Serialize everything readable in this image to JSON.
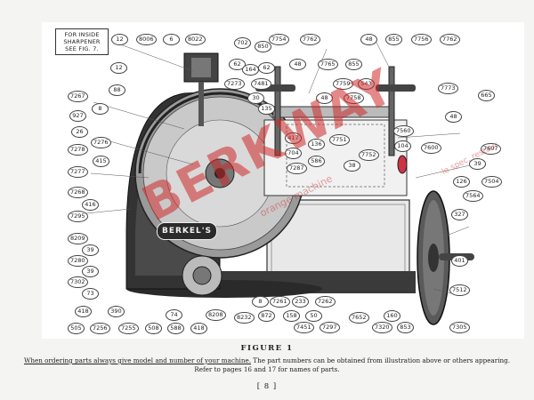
{
  "figure": {
    "inset_note": "FOR INSIDE SHARPENER SEE FIG. 7.",
    "brand_plate": "BERKEL'S",
    "watermark": "BERKWAY",
    "watermark_tag_1": "orange machine",
    "watermark_tag_2": "le spec. restaur",
    "callouts": [
      {
        "label": "12"
      },
      {
        "label": "8006"
      },
      {
        "label": "6"
      },
      {
        "label": "8022"
      },
      {
        "label": "702"
      },
      {
        "label": "850"
      },
      {
        "label": "7754"
      },
      {
        "label": "7762"
      },
      {
        "label": "48"
      },
      {
        "label": "855"
      },
      {
        "label": "7756"
      },
      {
        "label": "7762"
      },
      {
        "label": "12"
      },
      {
        "label": "62"
      },
      {
        "label": "164"
      },
      {
        "label": "62"
      },
      {
        "label": "48"
      },
      {
        "label": "7765"
      },
      {
        "label": "855"
      },
      {
        "label": "88"
      },
      {
        "label": "7267"
      },
      {
        "label": "7273"
      },
      {
        "label": "7481"
      },
      {
        "label": "30"
      },
      {
        "label": "48"
      },
      {
        "label": "7759"
      },
      {
        "label": "543"
      },
      {
        "label": "7773"
      },
      {
        "label": "665"
      },
      {
        "label": "8"
      },
      {
        "label": "927"
      },
      {
        "label": "135"
      },
      {
        "label": "7758"
      },
      {
        "label": "48"
      },
      {
        "label": "26"
      },
      {
        "label": "7276"
      },
      {
        "label": "417"
      },
      {
        "label": "136"
      },
      {
        "label": "7751"
      },
      {
        "label": "7560"
      },
      {
        "label": "7278"
      },
      {
        "label": "704"
      },
      {
        "label": "104"
      },
      {
        "label": "7600"
      },
      {
        "label": "7607"
      },
      {
        "label": "415"
      },
      {
        "label": "586"
      },
      {
        "label": "7752"
      },
      {
        "label": "7287"
      },
      {
        "label": "38"
      },
      {
        "label": "39"
      },
      {
        "label": "7277"
      },
      {
        "label": "7504"
      },
      {
        "label": "126"
      },
      {
        "label": "7268"
      },
      {
        "label": "7564"
      },
      {
        "label": "416"
      },
      {
        "label": "327"
      },
      {
        "label": "7295"
      },
      {
        "label": "8209"
      },
      {
        "label": "39"
      },
      {
        "label": "401"
      },
      {
        "label": "7280"
      },
      {
        "label": "39"
      },
      {
        "label": "7302"
      },
      {
        "label": "7512"
      },
      {
        "label": "73"
      },
      {
        "label": "8"
      },
      {
        "label": "7261"
      },
      {
        "label": "233"
      },
      {
        "label": "7262"
      },
      {
        "label": "418"
      },
      {
        "label": "390"
      },
      {
        "label": "74"
      },
      {
        "label": "8208"
      },
      {
        "label": "8232"
      },
      {
        "label": "872"
      },
      {
        "label": "158"
      },
      {
        "label": "50"
      },
      {
        "label": "7652"
      },
      {
        "label": "160"
      },
      {
        "label": "505"
      },
      {
        "label": "7256"
      },
      {
        "label": "7255"
      },
      {
        "label": "508"
      },
      {
        "label": "588"
      },
      {
        "label": "418"
      },
      {
        "label": "7451"
      },
      {
        "label": "7297"
      },
      {
        "label": "7320"
      },
      {
        "label": "853"
      },
      {
        "label": "7305"
      }
    ]
  },
  "caption": {
    "title": "FIGURE 1",
    "instruction_underlined": "When ordering parts always give model and number of your machine.",
    "instruction_rest": " The part numbers can be obtained from illustration above or others appearing.",
    "refer": "Refer to pages 16 and 17 for names of parts.",
    "page_number": "[ 8 ]"
  }
}
